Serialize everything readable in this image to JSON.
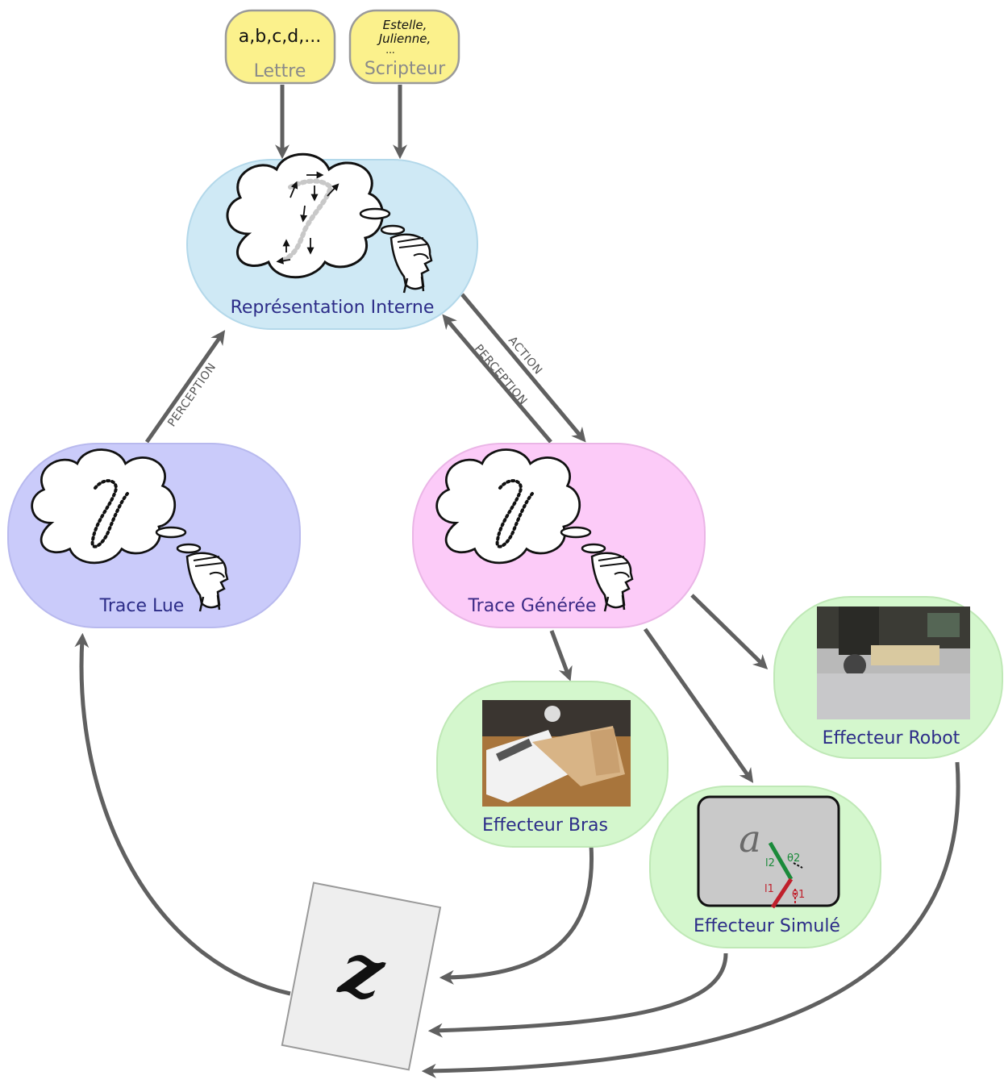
{
  "inputs": {
    "lettre": {
      "value": "a,b,c,d,...",
      "label": "Lettre"
    },
    "scripteur": {
      "value_line1": "Estelle,",
      "value_line2": "Julienne,",
      "value_line3": "...",
      "label": "Scripteur"
    }
  },
  "nodes": {
    "representation": "Représentation Interne",
    "trace_lue": "Trace Lue",
    "trace_generee": "Trace Générée",
    "effecteur_bras": "Effecteur  Bras",
    "effecteur_simule": "Effecteur  Simulé",
    "effecteur_robot": "Effecteur  Robot"
  },
  "edges": {
    "perception_left": "PERCEPTION",
    "action": "ACTION",
    "perception_right": "PERCEPTION"
  },
  "simulated_effector": {
    "letter": "a",
    "l2": "l2",
    "theta2": "θ2",
    "l1": "l1",
    "theta1": "θ1"
  },
  "output_letter": "z",
  "colors": {
    "input_fill": "#fbf18c",
    "representation_fill": "#cfe9f5",
    "trace_lue_fill": "#cacbfa",
    "trace_generee_fill": "#fccbf8",
    "effector_fill": "#d4f7cd",
    "arrow": "#606060"
  }
}
